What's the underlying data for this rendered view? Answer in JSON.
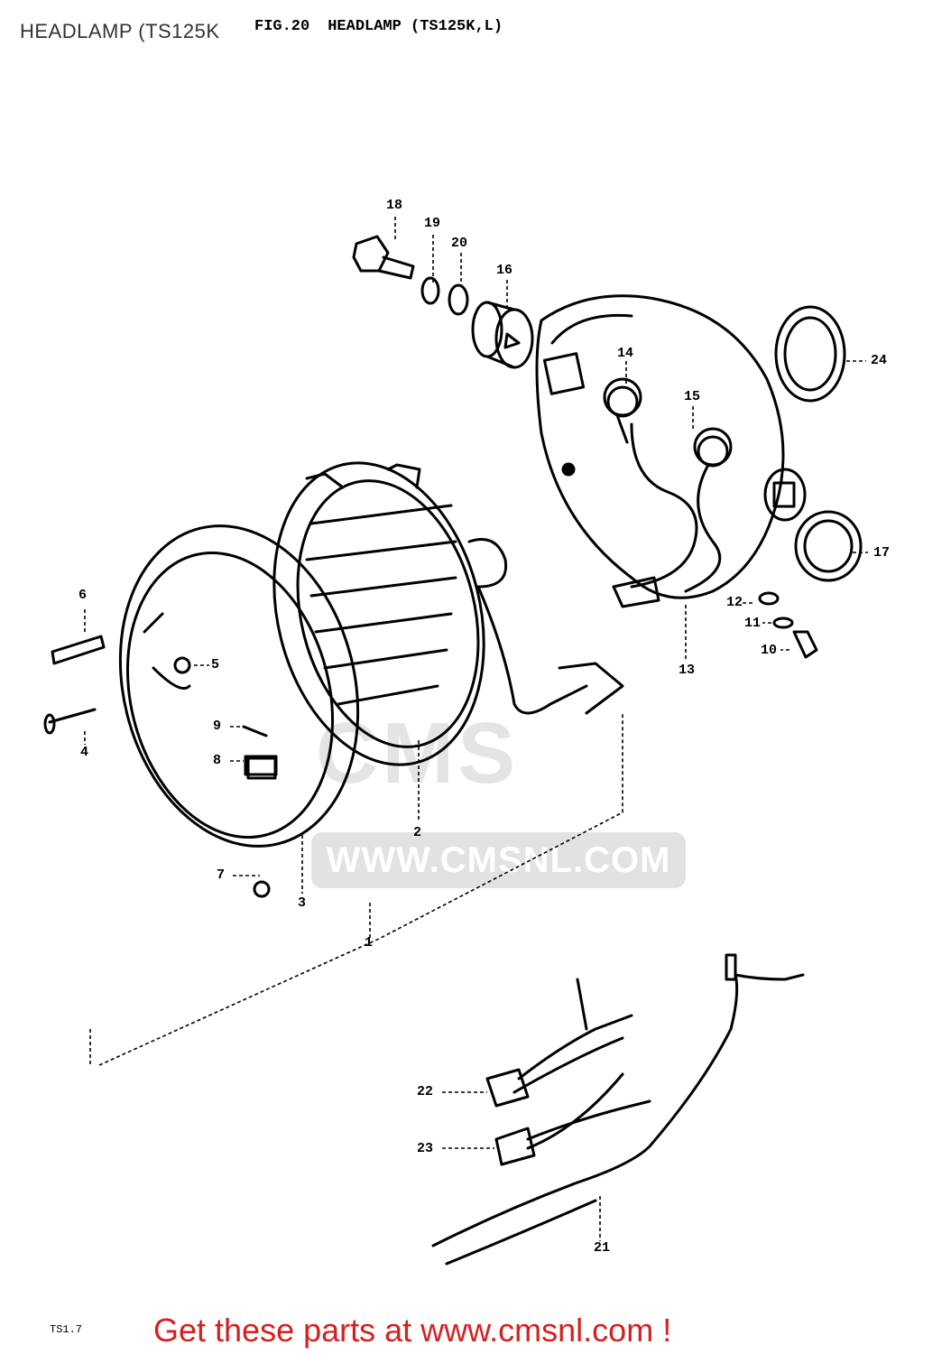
{
  "page_title": "HEADLAMP (TS125K",
  "figure": {
    "number": "FIG.20",
    "heading": "HEADLAMP (TS125K,L)"
  },
  "watermark": {
    "logo": "CMS",
    "url": "WWW.CMSNL.COM"
  },
  "footer": {
    "code": "TS1.7",
    "cta": "Get these parts at www.cmsnl.com !",
    "cta_color": "#d42020"
  },
  "callouts": {
    "c1": "1",
    "c2": "2",
    "c3": "3",
    "c4": "4",
    "c5": "5",
    "c6": "6",
    "c7": "7",
    "c8": "8",
    "c9": "9",
    "c10": "10",
    "c11": "11",
    "c12": "12",
    "c13": "13",
    "c14": "14",
    "c15": "15",
    "c16": "16",
    "c17": "17",
    "c18": "18",
    "c19": "19",
    "c20": "20",
    "c21": "21",
    "c22": "22",
    "c23": "23",
    "c24": "24"
  }
}
